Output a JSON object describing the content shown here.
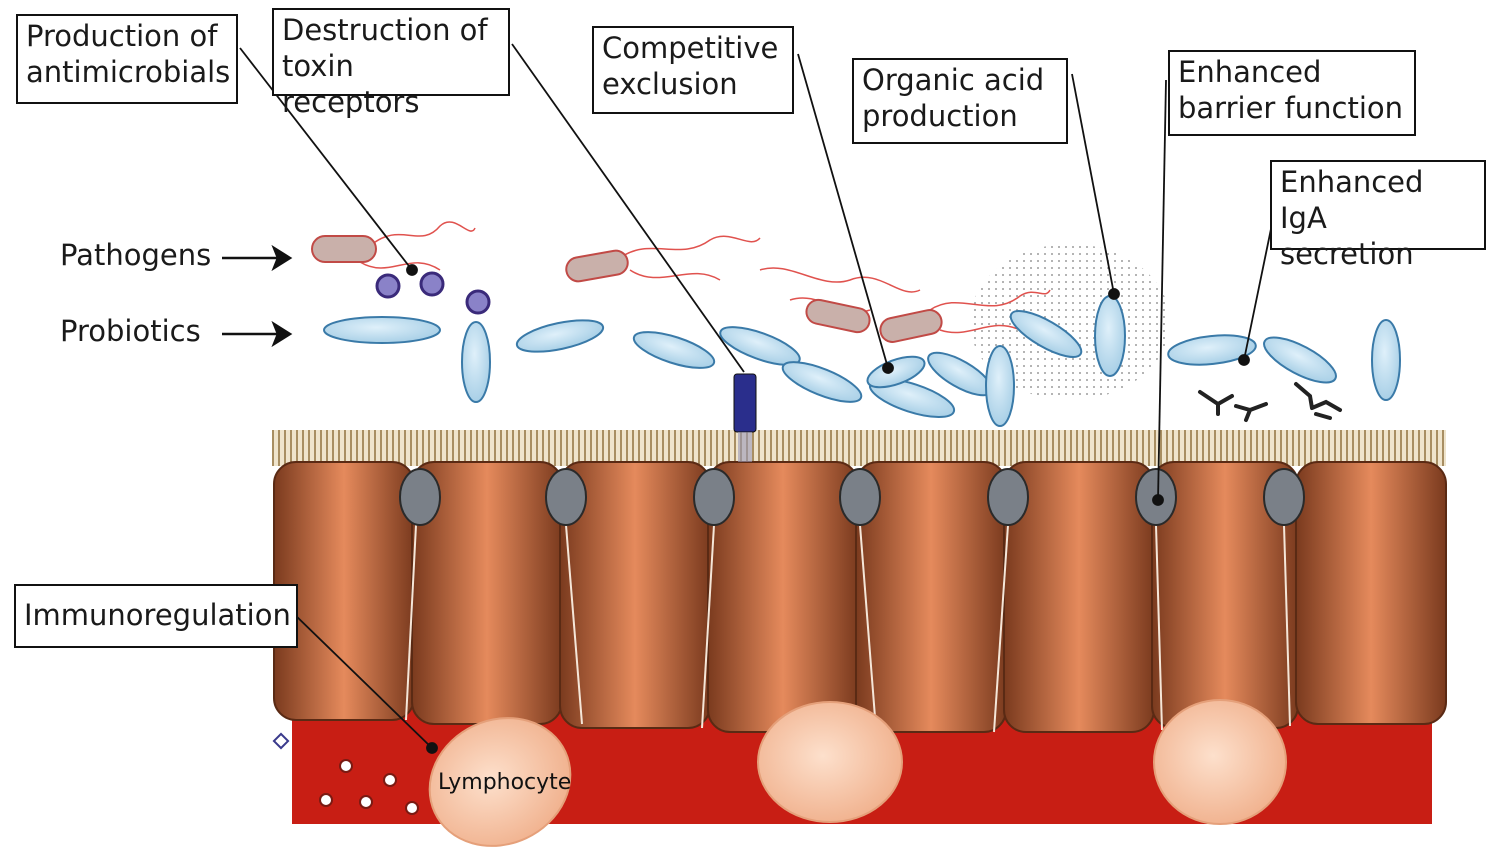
{
  "labels": {
    "antimicrobials": "Production of\nantimicrobials",
    "toxin": "Destruction of\ntoxin receptors",
    "competitive": "Competitive\nexclusion",
    "organic": "Organic acid\nproduction",
    "barrier": "Enhanced\nbarrier function",
    "iga": "Enhanced IgA\nsecretion",
    "immuno": "Immunoregulation"
  },
  "side_labels": {
    "pathogens": "Pathogens",
    "probiotics": "Probiotics"
  },
  "lymphocyte_label": "Lymphocyte",
  "colors": {
    "probiotic": "#b9dcee",
    "pathogen": "#c9b0aa",
    "flagella": "#e0524e",
    "cell_body": "#c8673e",
    "nucleus": "#7a8088",
    "lamina": "#c81e14",
    "lymphocyte": "#f7c6a6",
    "receptor": "#2a2e8c",
    "microvilli": "#c9b48c"
  }
}
